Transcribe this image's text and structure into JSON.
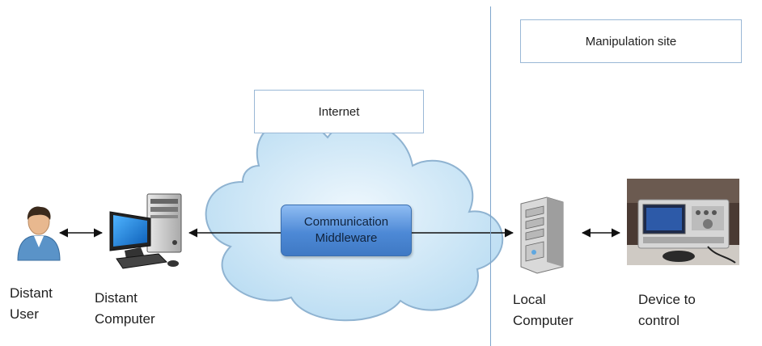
{
  "site": {
    "title": "Manipulation site"
  },
  "cloud": {
    "title": "Internet"
  },
  "middleware": {
    "line1": "Communication",
    "line2": "Middleware"
  },
  "nodes": {
    "distant_user": {
      "line1": "Distant",
      "line2": "User"
    },
    "distant_computer": {
      "line1": "Distant",
      "line2": "Computer"
    },
    "local_computer": {
      "line1": "Local",
      "line2": "Computer"
    },
    "device": {
      "line1": "Device to",
      "line2": "control"
    }
  },
  "colors": {
    "cloud_fill": "#c9e4f5",
    "cloud_stroke": "#8fb3d1",
    "middleware": "#4d89d6",
    "divider": "#7ea6cc"
  },
  "icons": [
    "user-icon",
    "desktop-computer-icon",
    "server-tower-icon",
    "device-photo"
  ]
}
